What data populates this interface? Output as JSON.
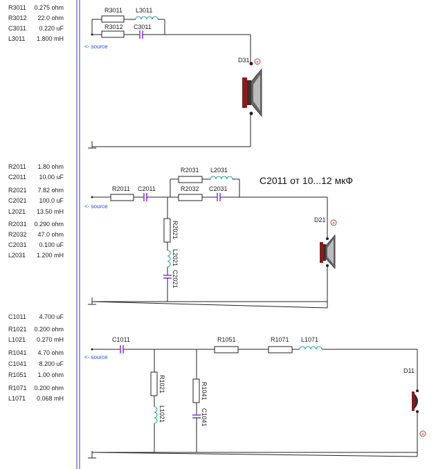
{
  "colors": {
    "wire": "#222222",
    "inductor": "#149a9a",
    "capacitor": "#8a2be2",
    "source_text": "#1f4fd6",
    "divider": "#3a3aa8",
    "polarity": "#c0392b",
    "magnet": "#8b1a1a",
    "cone": "#777777"
  },
  "component_list": [
    {
      "name": "R3011",
      "value": "0.275 ohm"
    },
    {
      "name": "R3012",
      "value": "22.0 ohm"
    },
    {
      "name": "C3011",
      "value": "0.220 uF"
    },
    {
      "name": "L3011",
      "value": "1.800 mH"
    },
    {
      "name": "R2011",
      "value": "1.80 ohm"
    },
    {
      "name": "C2011",
      "value": "10.00 uF"
    },
    {
      "name": "R2021",
      "value": "7.82 ohm"
    },
    {
      "name": "C2021",
      "value": "100.0 uF"
    },
    {
      "name": "L2021",
      "value": "13.50 mH"
    },
    {
      "name": "R2031",
      "value": "0.290 ohm"
    },
    {
      "name": "R2032",
      "value": "47.0 ohm"
    },
    {
      "name": "C2031",
      "value": "0.100 uF"
    },
    {
      "name": "L2031",
      "value": "1.200 mH"
    },
    {
      "name": "C1011",
      "value": "4.700 uF"
    },
    {
      "name": "R1021",
      "value": "0.200 ohm"
    },
    {
      "name": "L1021",
      "value": "0.270 mH"
    },
    {
      "name": "R1041",
      "value": "4.70 ohm"
    },
    {
      "name": "C1041",
      "value": "8.200 uF"
    },
    {
      "name": "R1051",
      "value": "1.00 ohm"
    },
    {
      "name": "R1071",
      "value": "0.200 ohm"
    },
    {
      "name": "L1071",
      "value": "0.068 mH"
    }
  ],
  "source_label": "<- source",
  "note": "C2011 от 10...12 мкФ",
  "polarity_symbol": "+",
  "section3": {
    "driver": "D31",
    "labels": {
      "R3011": "R3011",
      "L3011": "L3011",
      "R3012": "R3012",
      "C3011": "C3011"
    }
  },
  "section2": {
    "driver": "D21",
    "labels": {
      "R2011": "R2011",
      "C2011": "C2011",
      "R2031": "R2031",
      "L2031": "L2031",
      "R2032": "R2032",
      "C2031": "C2031",
      "R2021": "R2021",
      "L2021": "L2021",
      "C2021": "C2021"
    }
  },
  "section1": {
    "driver": "D11",
    "labels": {
      "C1011": "C1011",
      "R1051": "R1051",
      "R1071": "R1071",
      "L1071": "L1071",
      "R1021": "R1021",
      "L1021": "L1021",
      "R1041": "R1041",
      "C1041": "C1041"
    }
  }
}
